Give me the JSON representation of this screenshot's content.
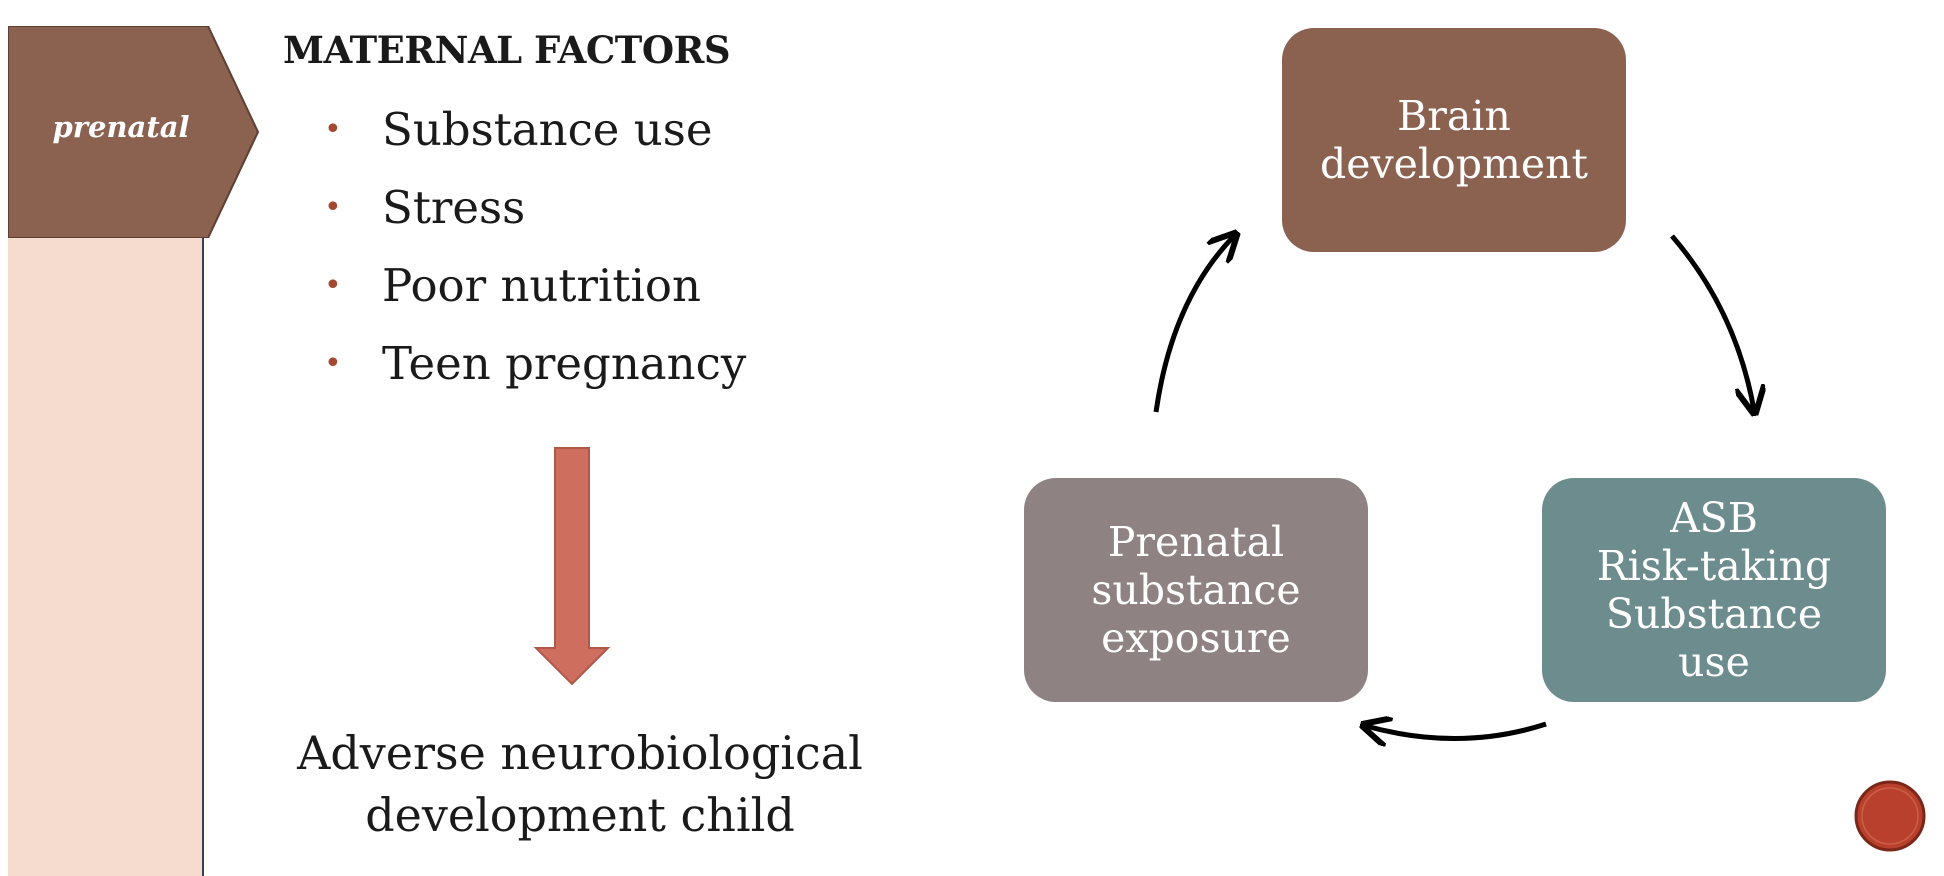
{
  "sidebar": {
    "tab_label": "prenatal",
    "colors": {
      "tab": "#8b6150",
      "strip": "#f5dccf",
      "strip_border": "#3b3b5a"
    }
  },
  "maternal": {
    "heading": "MATERNAL FACTORS",
    "items": [
      "Substance use",
      "Stress",
      "Poor nutrition",
      "Teen pregnancy"
    ],
    "bullet_color": "#a24a30"
  },
  "arrow_color": "#cd6e5f",
  "outcome": {
    "line1": "Adverse neurobiological",
    "line2": "development child"
  },
  "cycle": {
    "nodes": [
      {
        "id": "brain",
        "text": "Brain\ndevelopment",
        "color": "#8b6150"
      },
      {
        "id": "asb",
        "text": "ASB\nRisk-taking\nSubstance\nuse",
        "color": "#6d8c8e"
      },
      {
        "id": "prenatal",
        "text": "Prenatal\nsubstance\nexposure",
        "color": "#8e8282"
      }
    ]
  },
  "nav_badge_color": "#b8402c"
}
